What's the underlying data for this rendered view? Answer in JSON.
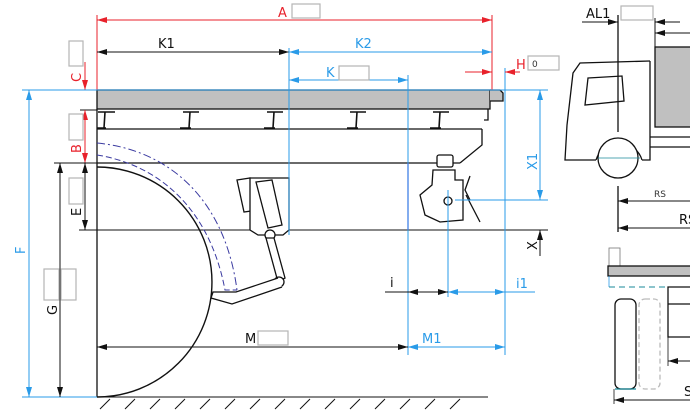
{
  "colors": {
    "red": "#e8212b",
    "blue": "#2a9be8",
    "black": "#111111",
    "gray": "#c0c0c0",
    "purple": "#8a2be2",
    "navy": "#3a3aa0"
  },
  "dimensions": {
    "A": {
      "label": "A",
      "value": ""
    },
    "K1": {
      "label": "K1"
    },
    "K2": {
      "label": "K2"
    },
    "K": {
      "label": "K",
      "value": ""
    },
    "H": {
      "label": "H",
      "value": "0"
    },
    "C": {
      "label": "C",
      "value": ""
    },
    "B": {
      "label": "B",
      "value": ""
    },
    "E": {
      "label": "E",
      "value": ""
    },
    "F": {
      "label": "F"
    },
    "G": {
      "label": "G",
      "value1": "",
      "value2": ""
    },
    "X1": {
      "label": "X1"
    },
    "X": {
      "label": "X"
    },
    "i": {
      "label": "i"
    },
    "i1": {
      "label": "i1"
    },
    "M": {
      "label": "M",
      "value": ""
    },
    "M1": {
      "label": "M1"
    },
    "AL1": {
      "label": "AL1",
      "value": ""
    },
    "RS_small": {
      "label": "RS"
    },
    "RS": {
      "label": "RS"
    },
    "S": {
      "label": "S"
    }
  }
}
